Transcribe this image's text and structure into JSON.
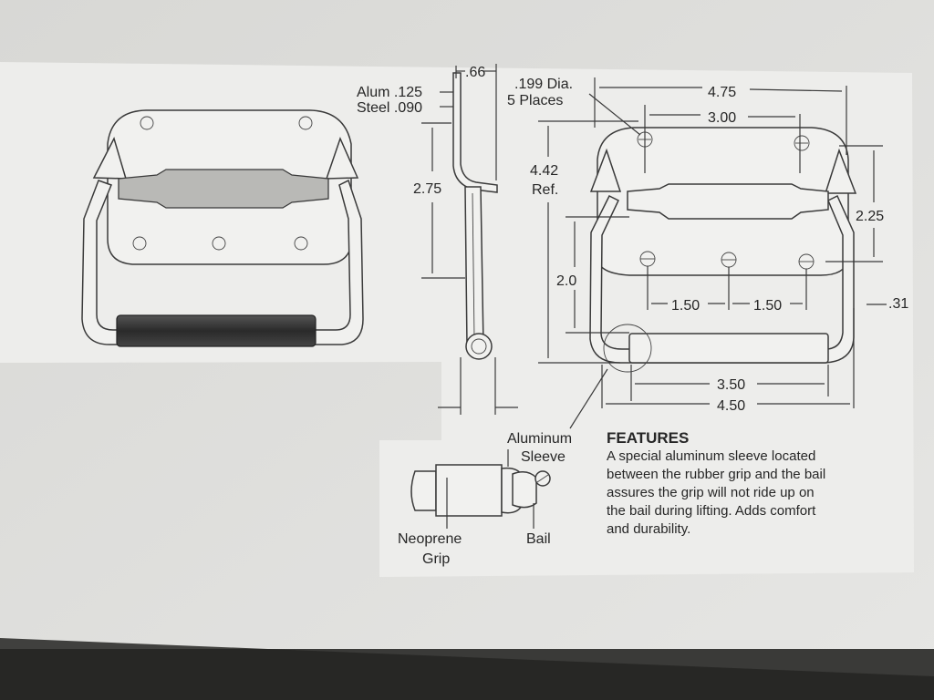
{
  "labels": {
    "material_1": "Alum .125",
    "material_2": "Steel .090",
    "hole_dia": ".199 Dia.",
    "hole_places": "5 Places",
    "aluminum_1": "Aluminum",
    "aluminum_2": "Sleeve",
    "neoprene_1": "Neoprene",
    "neoprene_2": "Grip",
    "bail": "Bail"
  },
  "dimensions": {
    "offset": ".66",
    "side_height": "2.75",
    "overall_height_1": "4.42",
    "overall_height_2": "Ref.",
    "overall_width": "4.75",
    "hole_spacing_top": "3.00",
    "plate_height": "2.25",
    "bail_height": "2.0",
    "hole_spacing_left": "1.50",
    "hole_spacing_right": "1.50",
    "edge_offset": ".31",
    "grip_length": "3.50",
    "bail_width": "4.50"
  },
  "features": {
    "title": "FEATURES",
    "lines": [
      "A special aluminum sleeve located",
      "between the rubber grip and the bail",
      "assures the grip will not ride up on",
      "the bail during lifting.  Adds comfort",
      "and durability."
    ]
  }
}
